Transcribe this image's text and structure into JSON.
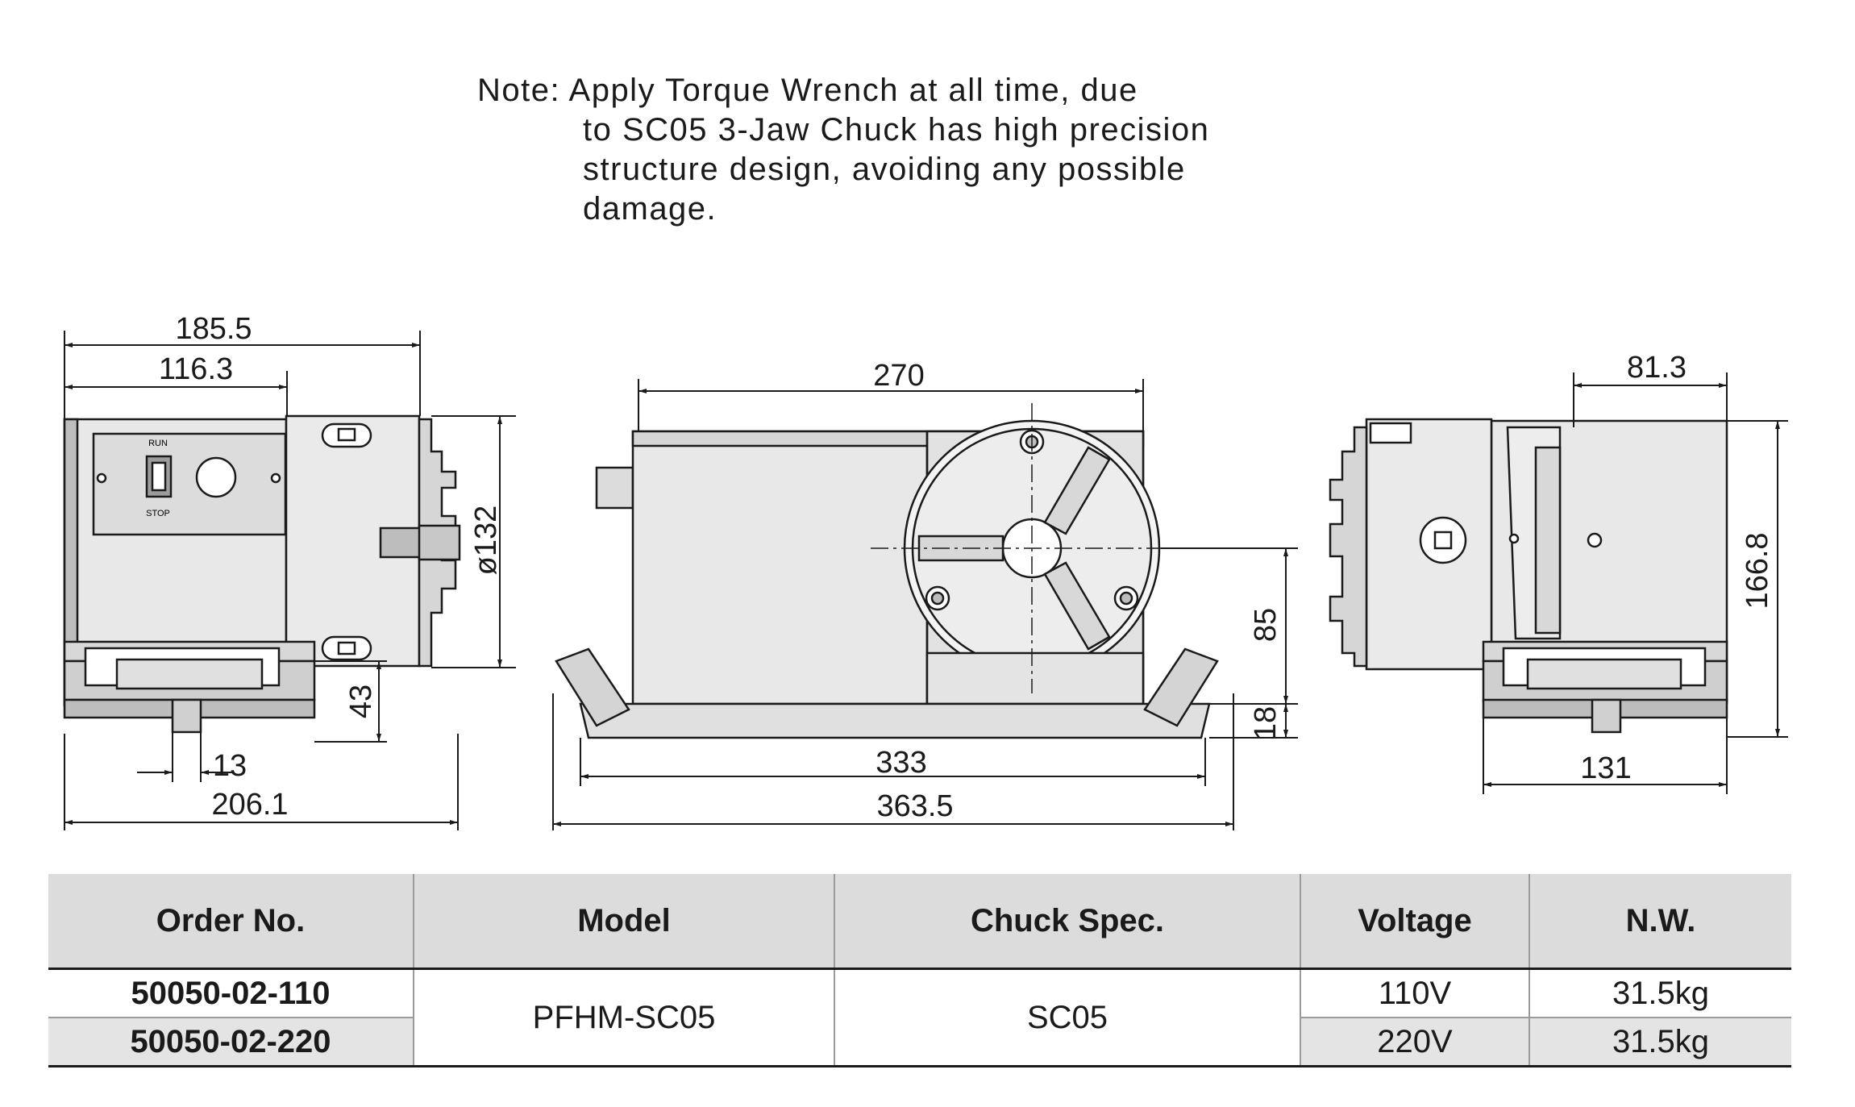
{
  "note": {
    "lines": [
      "Note: Apply Torque Wrench at all time, due",
      "to SC05 3-Jaw Chuck has high precision",
      "structure design, avoiding any possible",
      "damage."
    ]
  },
  "drawing": {
    "left_view": {
      "dims": [
        "185.5",
        "116.3",
        "ø132",
        "43",
        "13",
        "206.1"
      ],
      "switch_labels": [
        "RUN",
        "STOP"
      ]
    },
    "front_view": {
      "dims": [
        "270",
        "85",
        "18",
        "333",
        "363.5"
      ]
    },
    "right_view": {
      "dims": [
        "81.3",
        "166.8",
        "131"
      ]
    }
  },
  "table": {
    "headers": [
      "Order No.",
      "Model",
      "Chuck Spec.",
      "Voltage",
      "N.W."
    ],
    "model": "PFHM-SC05",
    "chuck_spec": "SC05",
    "rows": [
      {
        "order_no": "50050-02-110",
        "voltage": "110V",
        "nw": "31.5kg"
      },
      {
        "order_no": "50050-02-220",
        "voltage": "220V",
        "nw": "31.5kg"
      }
    ]
  }
}
